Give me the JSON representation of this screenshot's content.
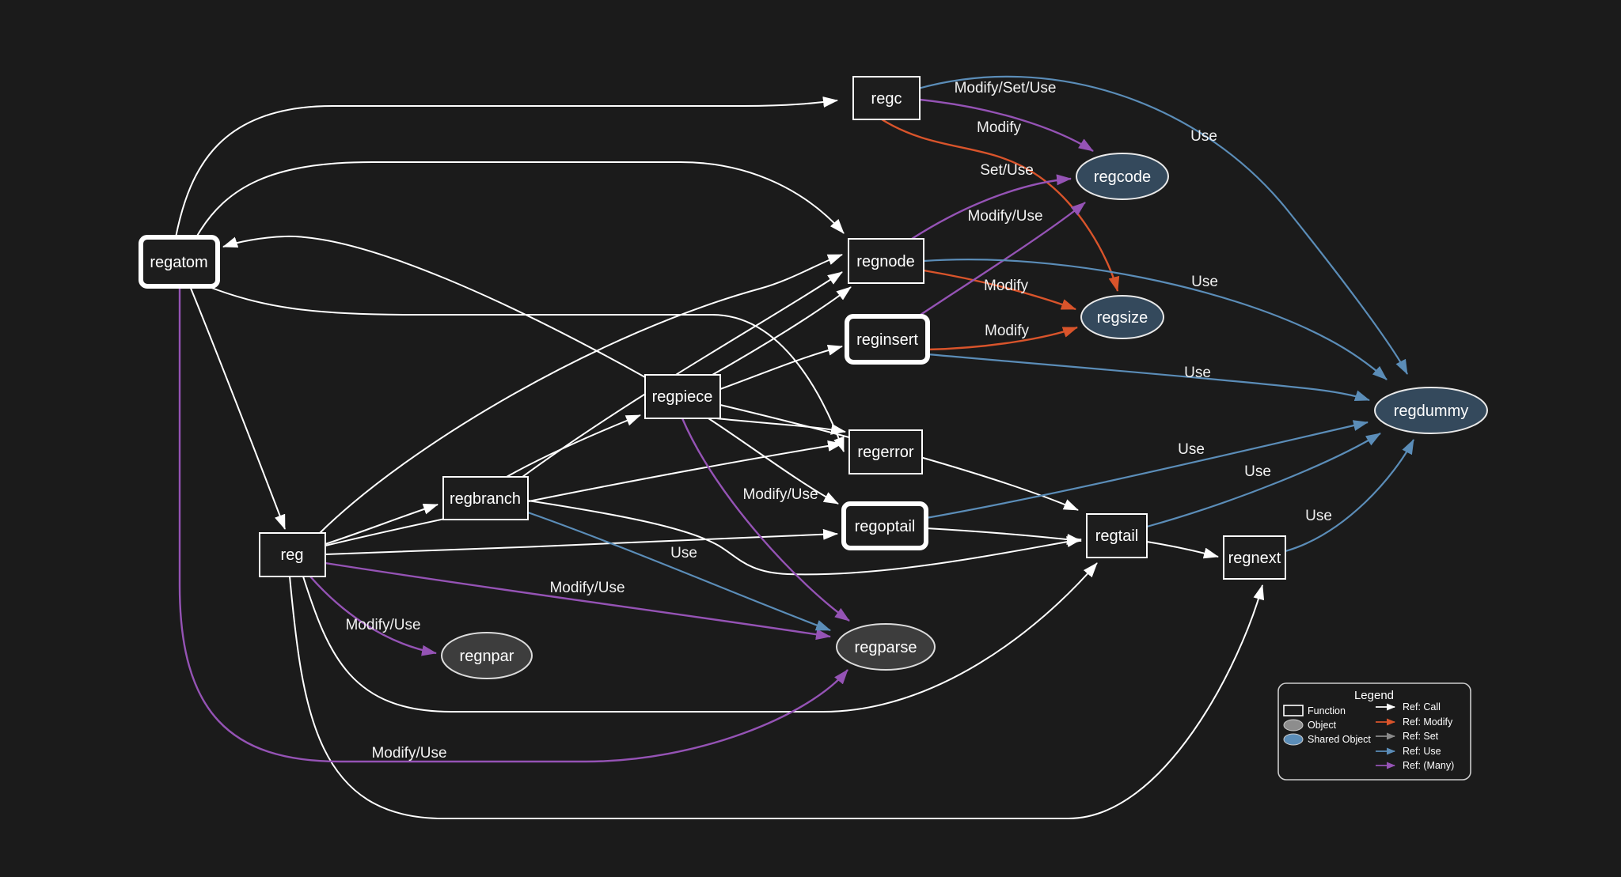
{
  "diagram": {
    "background": "#1b1b1b",
    "colors": {
      "call": "#ffffff",
      "modify": "#d9542b",
      "set": "#8a8a8a",
      "use": "#5b8db8",
      "many": "#9553b5",
      "shared_object_fill": "#34495c",
      "object_fill": "#3d3d3d"
    },
    "nodes": {
      "regc": {
        "label": "regc",
        "type": "function"
      },
      "regcode": {
        "label": "regcode",
        "type": "shared-object"
      },
      "regatom": {
        "label": "regatom",
        "type": "function"
      },
      "regnode": {
        "label": "regnode",
        "type": "function"
      },
      "reginsert": {
        "label": "reginsert",
        "type": "function"
      },
      "regsize": {
        "label": "regsize",
        "type": "shared-object"
      },
      "regdummy": {
        "label": "regdummy",
        "type": "shared-object"
      },
      "regpiece": {
        "label": "regpiece",
        "type": "function"
      },
      "regerror": {
        "label": "regerror",
        "type": "function"
      },
      "regbranch": {
        "label": "regbranch",
        "type": "function"
      },
      "regoptail": {
        "label": "regoptail",
        "type": "function"
      },
      "reg": {
        "label": "reg",
        "type": "function"
      },
      "regtail": {
        "label": "regtail",
        "type": "function"
      },
      "regnext": {
        "label": "regnext",
        "type": "function"
      },
      "regnpar": {
        "label": "regnpar",
        "type": "object"
      },
      "regparse": {
        "label": "regparse",
        "type": "object"
      }
    },
    "edges": {
      "regatom__regc": {
        "from": "regatom",
        "to": "regc",
        "ref": "call"
      },
      "regatom__regnode": {
        "from": "regatom",
        "to": "regnode",
        "ref": "call"
      },
      "regatom__regerror": {
        "from": "regatom",
        "to": "regerror",
        "ref": "call"
      },
      "regatom__reg": {
        "from": "regatom",
        "to": "reg",
        "ref": "call"
      },
      "regpiece__regatom": {
        "from": "regpiece",
        "to": "regatom",
        "ref": "call"
      },
      "reg__regbranch": {
        "from": "reg",
        "to": "regbranch",
        "ref": "call"
      },
      "reg__regnode": {
        "from": "reg",
        "to": "regnode",
        "ref": "call"
      },
      "reg__regerror": {
        "from": "reg",
        "to": "regerror",
        "ref": "call"
      },
      "reg__regoptail": {
        "from": "reg",
        "to": "regoptail",
        "ref": "call"
      },
      "reg__regtail": {
        "from": "reg",
        "to": "regtail",
        "ref": "call"
      },
      "reg__regnext": {
        "from": "reg",
        "to": "regnext",
        "ref": "call"
      },
      "regbranch__regpiece": {
        "from": "regbranch",
        "to": "regpiece",
        "ref": "call"
      },
      "regbranch__regnode": {
        "from": "regbranch",
        "to": "regnode",
        "ref": "call"
      },
      "regbranch__regtail": {
        "from": "regbranch",
        "to": "regtail",
        "ref": "call"
      },
      "regpiece__regnode": {
        "from": "regpiece",
        "to": "regnode",
        "ref": "call"
      },
      "regpiece__reginsert": {
        "from": "regpiece",
        "to": "reginsert",
        "ref": "call"
      },
      "regpiece__regerror": {
        "from": "regpiece",
        "to": "regerror",
        "ref": "call"
      },
      "regpiece__regoptail": {
        "from": "regpiece",
        "to": "regoptail",
        "ref": "call"
      },
      "regpiece__regtail": {
        "from": "regpiece",
        "to": "regtail",
        "ref": "call"
      },
      "regoptail__regtail": {
        "from": "regoptail",
        "to": "regtail",
        "ref": "call"
      },
      "regtail__regnext": {
        "from": "regtail",
        "to": "regnext",
        "ref": "call"
      },
      "regc__regsize": {
        "from": "regc",
        "to": "regsize",
        "ref": "modify",
        "label": "Modify"
      },
      "regnode__regsize": {
        "from": "regnode",
        "to": "regsize",
        "ref": "modify",
        "label": "Modify"
      },
      "reginsert__regsize": {
        "from": "reginsert",
        "to": "regsize",
        "ref": "modify",
        "label": "Modify"
      },
      "regc__regcode": {
        "from": "regc",
        "to": "regcode",
        "ref": "many",
        "label": "Modify/Set/Use"
      },
      "regnode__regcode": {
        "from": "regnode",
        "to": "regcode",
        "ref": "many",
        "label": "Set/Use"
      },
      "reginsert__regcode": {
        "from": "reginsert",
        "to": "regcode",
        "ref": "many",
        "label": "Modify/Use"
      },
      "regpiece__regparse": {
        "from": "regpiece",
        "to": "regparse",
        "ref": "many",
        "label": "Modify/Use"
      },
      "reg__regparse": {
        "from": "reg",
        "to": "regparse",
        "ref": "many",
        "label": "Modify/Use"
      },
      "reg__regnpar": {
        "from": "reg",
        "to": "regnpar",
        "ref": "many",
        "label": "Modify/Use"
      },
      "regatom__regparse": {
        "from": "regatom",
        "to": "regparse",
        "ref": "many",
        "label": "Modify/Use"
      },
      "regc__regdummy": {
        "from": "regc",
        "to": "regdummy",
        "ref": "use",
        "label": "Use"
      },
      "regnode__regdummy": {
        "from": "regnode",
        "to": "regdummy",
        "ref": "use",
        "label": "Use"
      },
      "reginsert__regdummy": {
        "from": "reginsert",
        "to": "regdummy",
        "ref": "use",
        "label": "Use"
      },
      "regoptail__regdummy": {
        "from": "regoptail",
        "to": "regdummy",
        "ref": "use",
        "label": "Use"
      },
      "regtail__regdummy": {
        "from": "regtail",
        "to": "regdummy",
        "ref": "use",
        "label": "Use"
      },
      "regnext__regdummy": {
        "from": "regnext",
        "to": "regdummy",
        "ref": "use",
        "label": "Use"
      },
      "regbranch__regparse": {
        "from": "regbranch",
        "to": "regparse",
        "ref": "use",
        "label": "Use"
      }
    },
    "legend": {
      "title": "Legend",
      "node_types": [
        {
          "label": "Function"
        },
        {
          "label": "Object"
        },
        {
          "label": "Shared Object"
        }
      ],
      "edge_types": [
        {
          "label": "Ref: Call"
        },
        {
          "label": "Ref: Modify"
        },
        {
          "label": "Ref: Set"
        },
        {
          "label": "Ref: Use"
        },
        {
          "label": "Ref: (Many)"
        }
      ]
    }
  }
}
